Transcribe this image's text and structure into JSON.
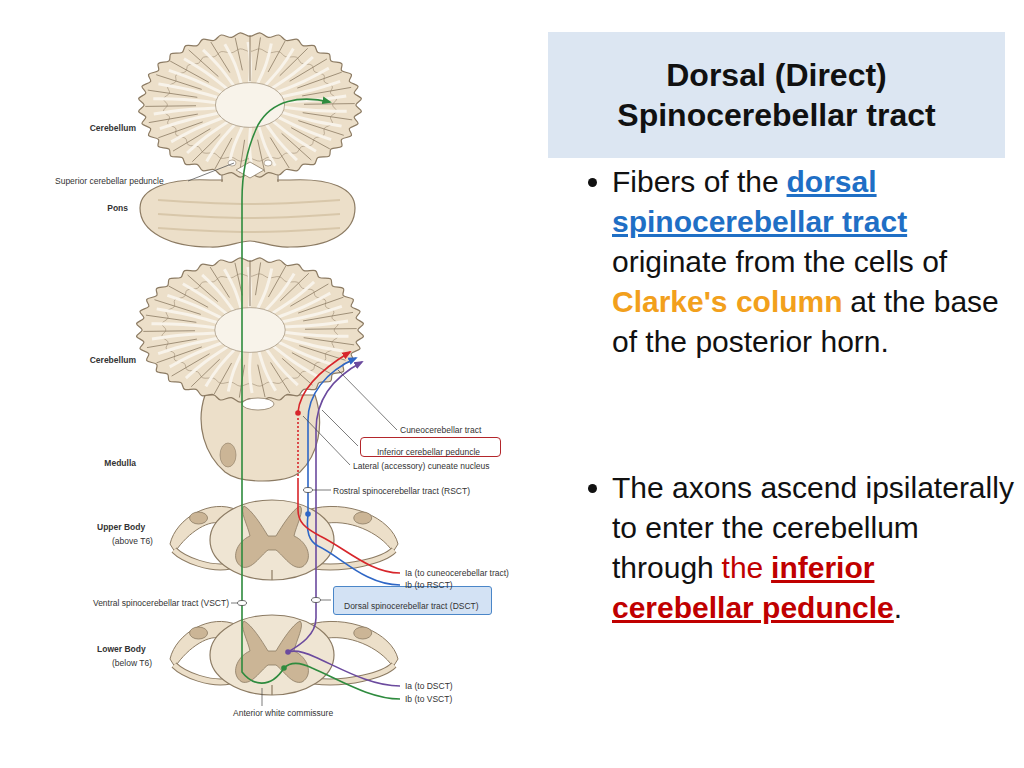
{
  "diagram": {
    "title": "Dorsal (Direct) Spinocerebellar tract",
    "nodes": [
      {
        "text": [
          "Inferior cerebellar peduncle"
        ]
      },
      {
        "text": [
          "Dorsal spinocerebellar tract (DSCT)"
        ]
      }
    ],
    "labels": [
      "Fibers of the",
      "dorsal spinocerebellar tract",
      "originate from the cells of",
      "Clarke's column",
      "at the base of the posterior horn.",
      "The axons ascend ipsilaterally to enter the cerebellum through",
      "the",
      "inferior cerebellar peduncle",
      ".",
      "Cerebellum",
      "Superior cerebellar peduncle",
      "Pons",
      "Cerebellum",
      "Cuneocerebellar tract",
      "Lateral (accessory) cuneate nucleus",
      "Medulla",
      "Rostral spinocerebellar tract (RSCT)",
      "Upper Body",
      "(above T6)",
      "Ia (to cuneocerebellar tract)",
      "Ib (to RSCT)",
      "Ventral spinocerebellar tract (VSCT)",
      "Lower Body",
      "(below T6)",
      "Ia (to DSCT)",
      "Ib (to VSCT)",
      "Anterior white commissure"
    ]
  }
}
